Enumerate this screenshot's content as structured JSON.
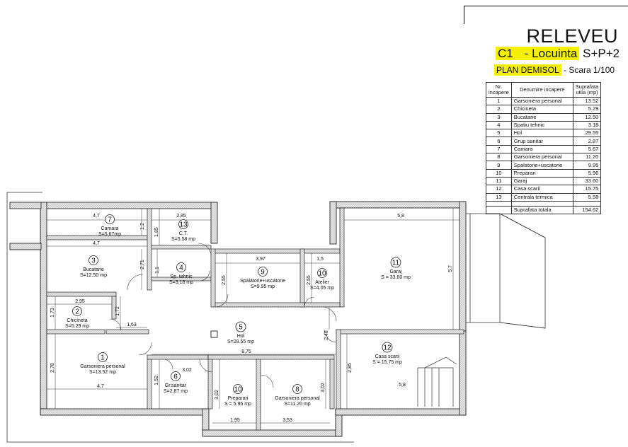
{
  "header": {
    "title": "RELEVEU",
    "code": "C1",
    "type": "- Locuinta",
    "levels": "S+P+2",
    "plan_name": "PLAN DEMISOL",
    "scale": "- Scara 1/100"
  },
  "legend": {
    "col_nr": "Nr. incapere",
    "col_name": "Denumire incapere",
    "col_area": "Suprafata utila (mp)",
    "rows": [
      {
        "nr": "1",
        "name": "Garsoniera personal",
        "area": "13.52"
      },
      {
        "nr": "2",
        "name": "Chicineta",
        "area": "5.29"
      },
      {
        "nr": "3",
        "name": "Bucatarie",
        "area": "12.50"
      },
      {
        "nr": "4",
        "name": "Spatiu tehnic",
        "area": "3.18"
      },
      {
        "nr": "5",
        "name": "Hol",
        "area": "29.55"
      },
      {
        "nr": "6",
        "name": "Grup sanitar",
        "area": "2.87"
      },
      {
        "nr": "7",
        "name": "Camara",
        "area": "5.67"
      },
      {
        "nr": "8",
        "name": "Garsoniera personal",
        "area": "11.20"
      },
      {
        "nr": "9",
        "name": "Spalatorie+uscatorie",
        "area": "9.95"
      },
      {
        "nr": "10",
        "name": "Preparari",
        "area": "5.96"
      },
      {
        "nr": "11",
        "name": "Garaj",
        "area": "33.60"
      },
      {
        "nr": "12",
        "name": "Casa scarii",
        "area": "15.75"
      },
      {
        "nr": "13",
        "name": "Centrala termica",
        "area": "5.58"
      }
    ],
    "total_label": "Suprafata totala",
    "total_value": "154.62"
  },
  "rooms": [
    {
      "id": "r7",
      "num": "7",
      "name": "Camara",
      "area": "S=5.67mp"
    },
    {
      "id": "r13",
      "num": "13",
      "name": "C.T.",
      "area": "S=5.58 mp"
    },
    {
      "id": "r3",
      "num": "3",
      "name": "Bucatarie",
      "area": "S=12.50 mp"
    },
    {
      "id": "r4",
      "num": "4",
      "name": "Sp. tehnic",
      "area": "S=3.18 mp"
    },
    {
      "id": "r9",
      "num": "9",
      "name": "Spalatorie+uscatorie",
      "area": "S=9.95 mp"
    },
    {
      "id": "r10a",
      "num": "10",
      "name": "Atelier",
      "area": "S=4.05 mp"
    },
    {
      "id": "r11",
      "num": "11",
      "name": "Garaj",
      "area": "S = 33.60 mp"
    },
    {
      "id": "r2",
      "num": "2",
      "name": "Chicineta",
      "area": "S=5.29 mp"
    },
    {
      "id": "r5",
      "num": "5",
      "name": "Hol",
      "area": "S=29.55 mp"
    },
    {
      "id": "r12",
      "num": "12",
      "name": "Casa scarii",
      "area": "S = 15.75 mp"
    },
    {
      "id": "r1",
      "num": "1",
      "name": "Garsoniera personal",
      "area": "S=13.52 mp"
    },
    {
      "id": "r6",
      "num": "6",
      "name": "Gr.sanitar",
      "area": "S=2.87 mp"
    },
    {
      "id": "r10b",
      "num": "10",
      "name": "Preparari",
      "area": "S = 5.96 mp"
    },
    {
      "id": "r8",
      "num": "8",
      "name": "Garsoniera personal",
      "area": "S=11.20 mp"
    }
  ],
  "dimensions": {
    "d_47a": "4,7",
    "d_285": "2,85",
    "d_58": "5,8",
    "d_12": "1,2",
    "d_185": "1,85",
    "d_47b": "4,7",
    "d_397": "3,97",
    "d_15": "1,5",
    "d_271": "2,71",
    "d_11": "1,1",
    "d_255a": "2,55",
    "d_255b": "2,55",
    "d_57": "5,7",
    "d_295": "2,95",
    "d_173": "1,73",
    "d_172": "1,72",
    "d_163": "1,63",
    "d_248": "2,48",
    "d_875": "8,75",
    "d_278": "2,78",
    "d_302a": "3,02",
    "d_152": "1,52",
    "d_285b": "2,85",
    "d_302b": "3,02",
    "d_302c": "3,02",
    "d_47c": "4,7",
    "d_195": "1,95",
    "d_353": "3,53",
    "d_58b": "5,8"
  }
}
